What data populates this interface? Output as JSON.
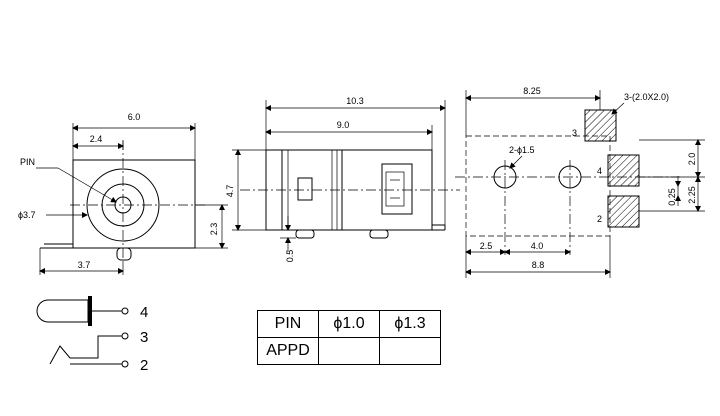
{
  "front_view": {
    "dim_width": "6.0",
    "dim_pin_offset": "2.4",
    "label_pin": "PIN",
    "dim_diameter": "ϕ3.7",
    "dim_height": "2.3",
    "dim_bottom": "3.7"
  },
  "side_view": {
    "dim_total_length": "10.3",
    "dim_body_length": "9.0",
    "dim_height": "4.7",
    "dim_foot": "0.5"
  },
  "footprint": {
    "dim_width": "8.25",
    "dim_pad_size": "3-(2.0X2.0)",
    "dim_holes": "2-ϕ1.5",
    "dim_hole_offset": "2.5",
    "dim_hole_spacing": "4.0",
    "dim_total": "8.8",
    "dim_pad_pitch": "2.0",
    "dim_gap": "0.25",
    "dim_pad_pitch_2": "2.25",
    "pad_labels": [
      "3",
      "4",
      "2"
    ]
  },
  "schematic": {
    "pins": [
      "4",
      "3",
      "2"
    ]
  },
  "table": {
    "header": [
      "PIN",
      "ϕ1.0",
      "ϕ1.3"
    ],
    "row": [
      "APPD",
      "",
      ""
    ]
  }
}
